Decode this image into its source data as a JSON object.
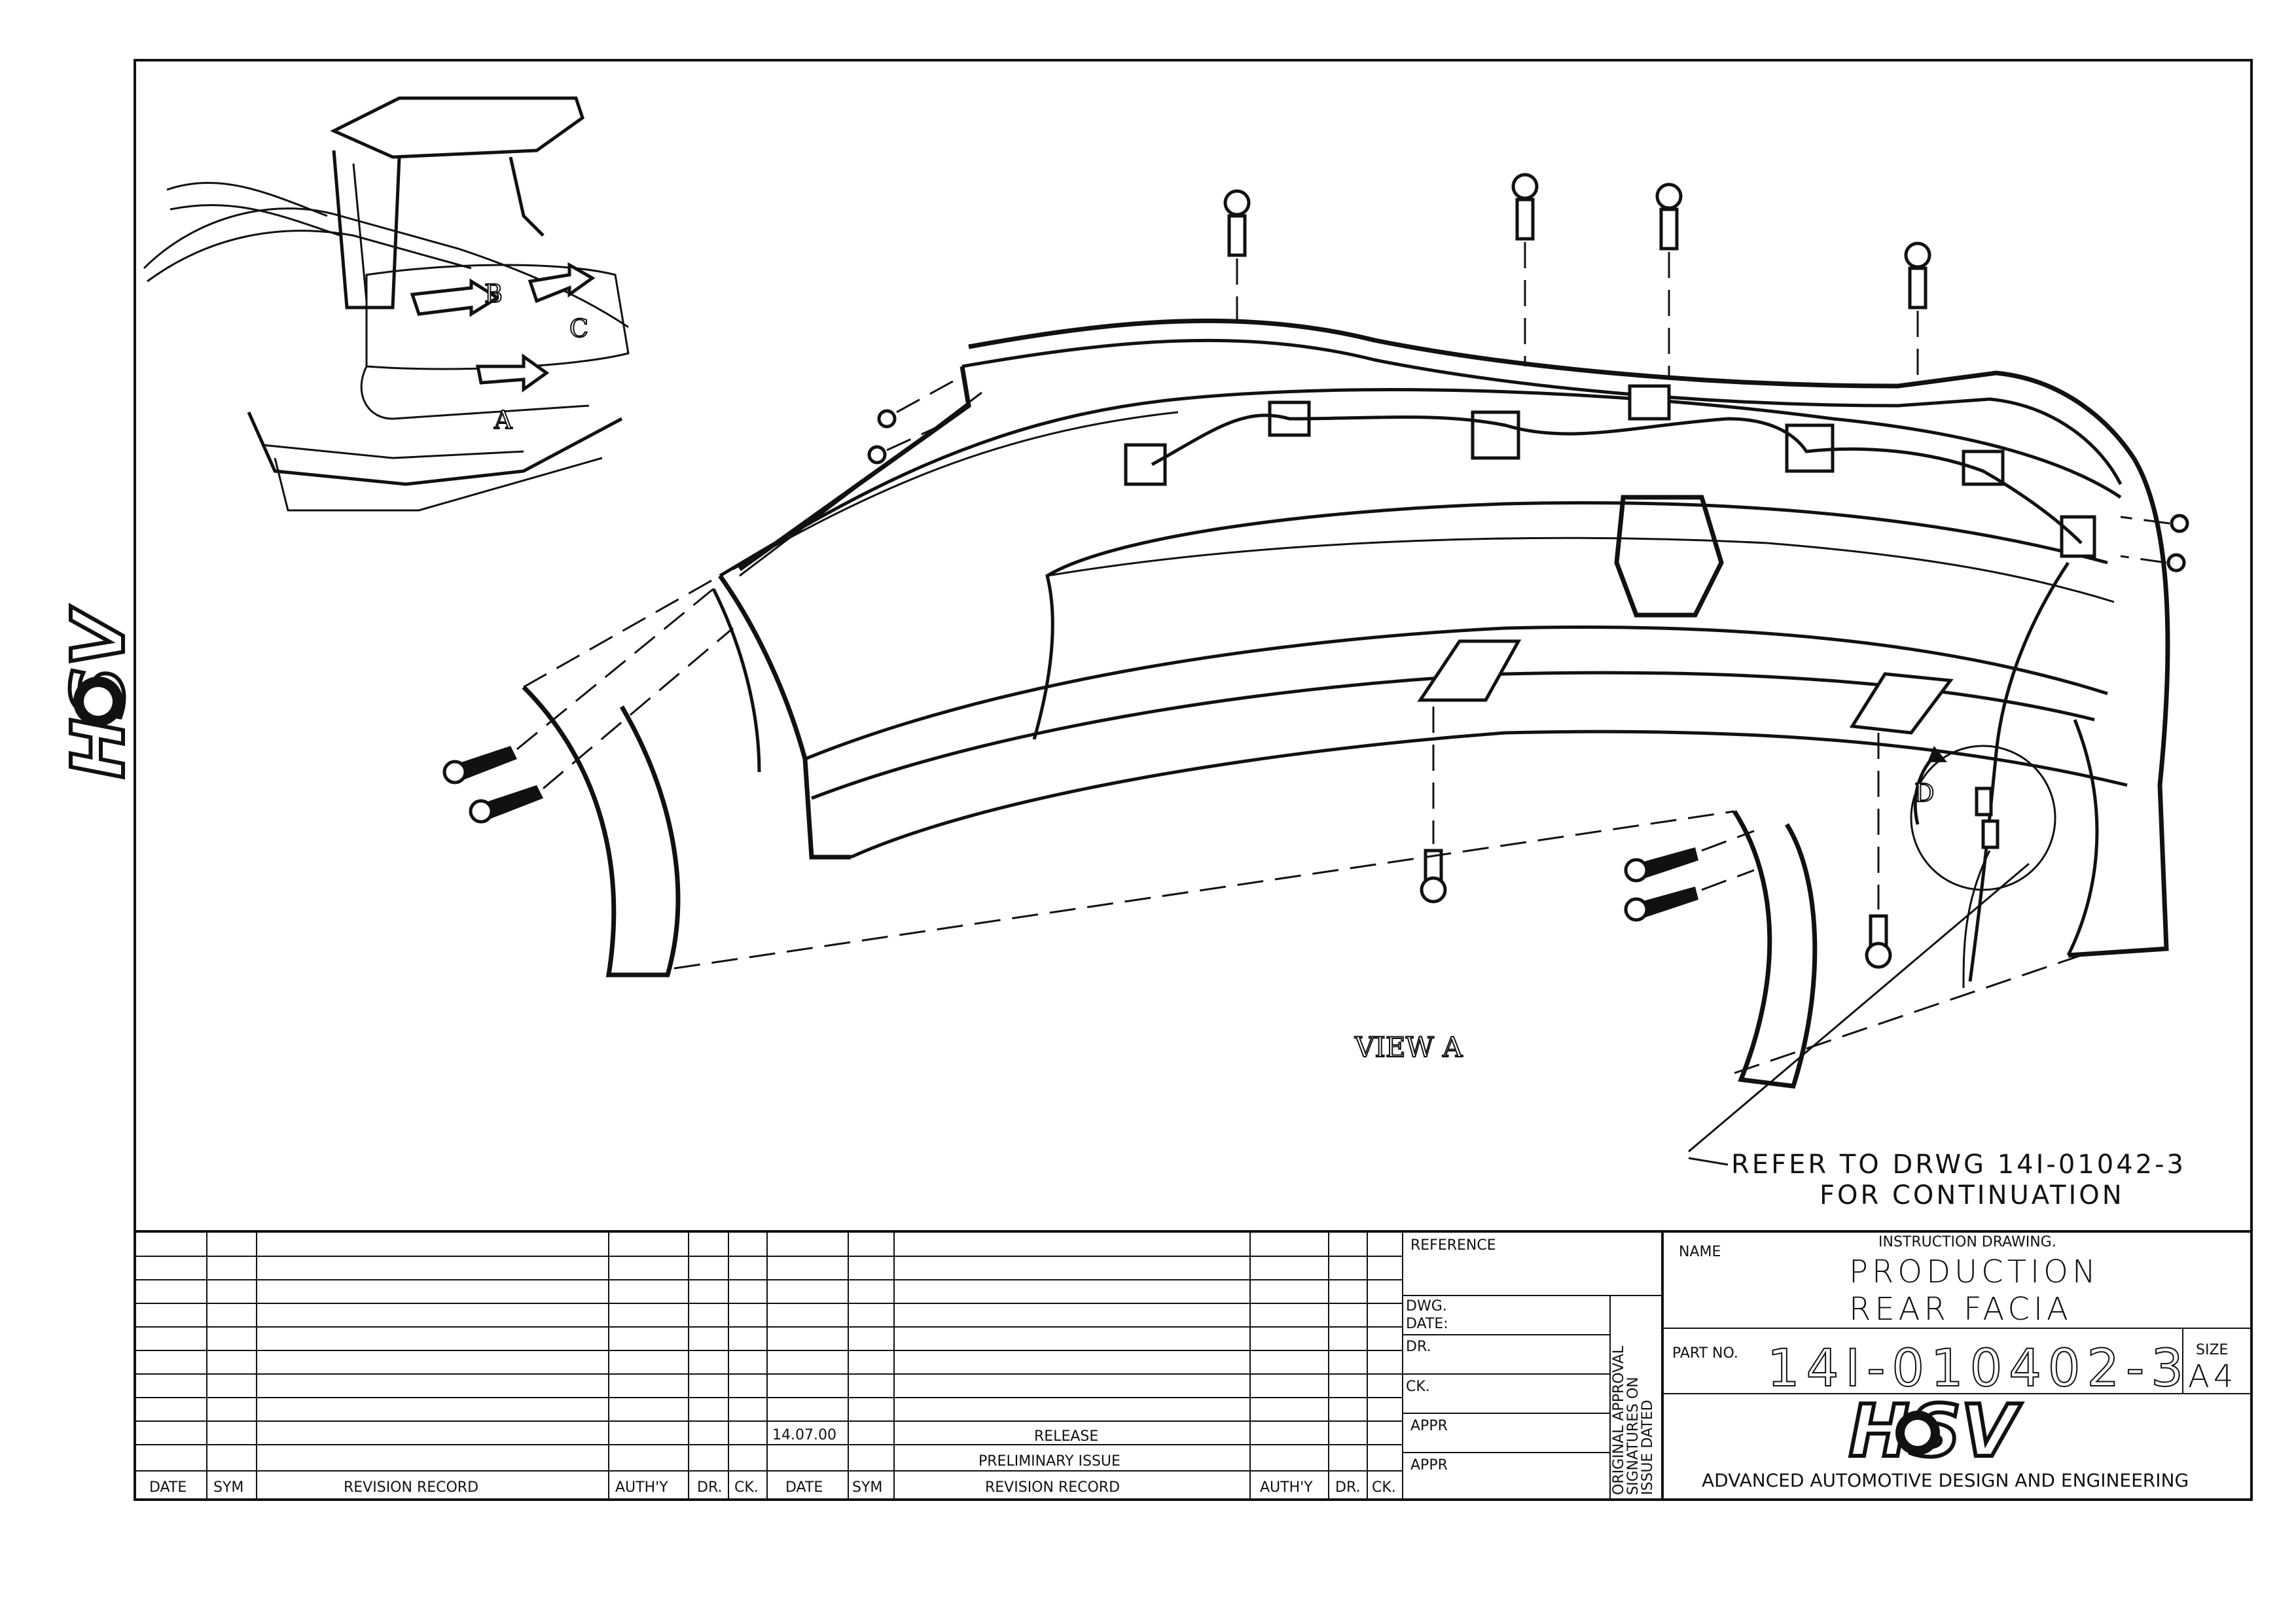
{
  "brand": {
    "logo_text": "HSV"
  },
  "drawing": {
    "view_label": "VIEW  A",
    "inset_labels": {
      "a": "A",
      "b": "B",
      "c": "C"
    },
    "detail_label": "D",
    "note_line1": "REFER TO DRWG 14I-01042-3",
    "note_line2": "FOR CONTINUATION"
  },
  "revision_table": {
    "headers": [
      "DATE",
      "SYM",
      "REVISION RECORD",
      "AUTH'Y",
      "DR.",
      "CK."
    ],
    "headers_right": [
      "DATE",
      "SYM",
      "REVISION RECORD",
      "AUTH'Y",
      "DR.",
      "CK."
    ],
    "entries": [
      {
        "date": "14.07.00",
        "record": "RELEASE"
      },
      {
        "date": "",
        "record": "PRELIMINARY ISSUE"
      }
    ]
  },
  "title_block": {
    "reference_label": "REFERENCE",
    "dwg_date_label": "DWG.\nDATE:",
    "dwg_label": "DWG.",
    "date_label": "DATE:",
    "dr_label": "DR.",
    "ck_label": "CK.",
    "appr_label_1": "APPR",
    "appr_label_2": "APPR",
    "vertical_note_1": "ORIGINAL APPROVAL",
    "vertical_note_2": "SIGNATURES ON",
    "vertical_note_3": "ISSUE DATED",
    "name_label": "NAME",
    "drawing_type": "INSTRUCTION DRAWING.",
    "name_line1": "PRODUCTION",
    "name_line2": "REAR FACIA",
    "part_no_label": "PART NO.",
    "part_no": "14I-010402-3",
    "size_label": "SIZE",
    "size_value": "A4",
    "company": "ADVANCED AUTOMOTIVE DESIGN AND ENGINEERING"
  }
}
